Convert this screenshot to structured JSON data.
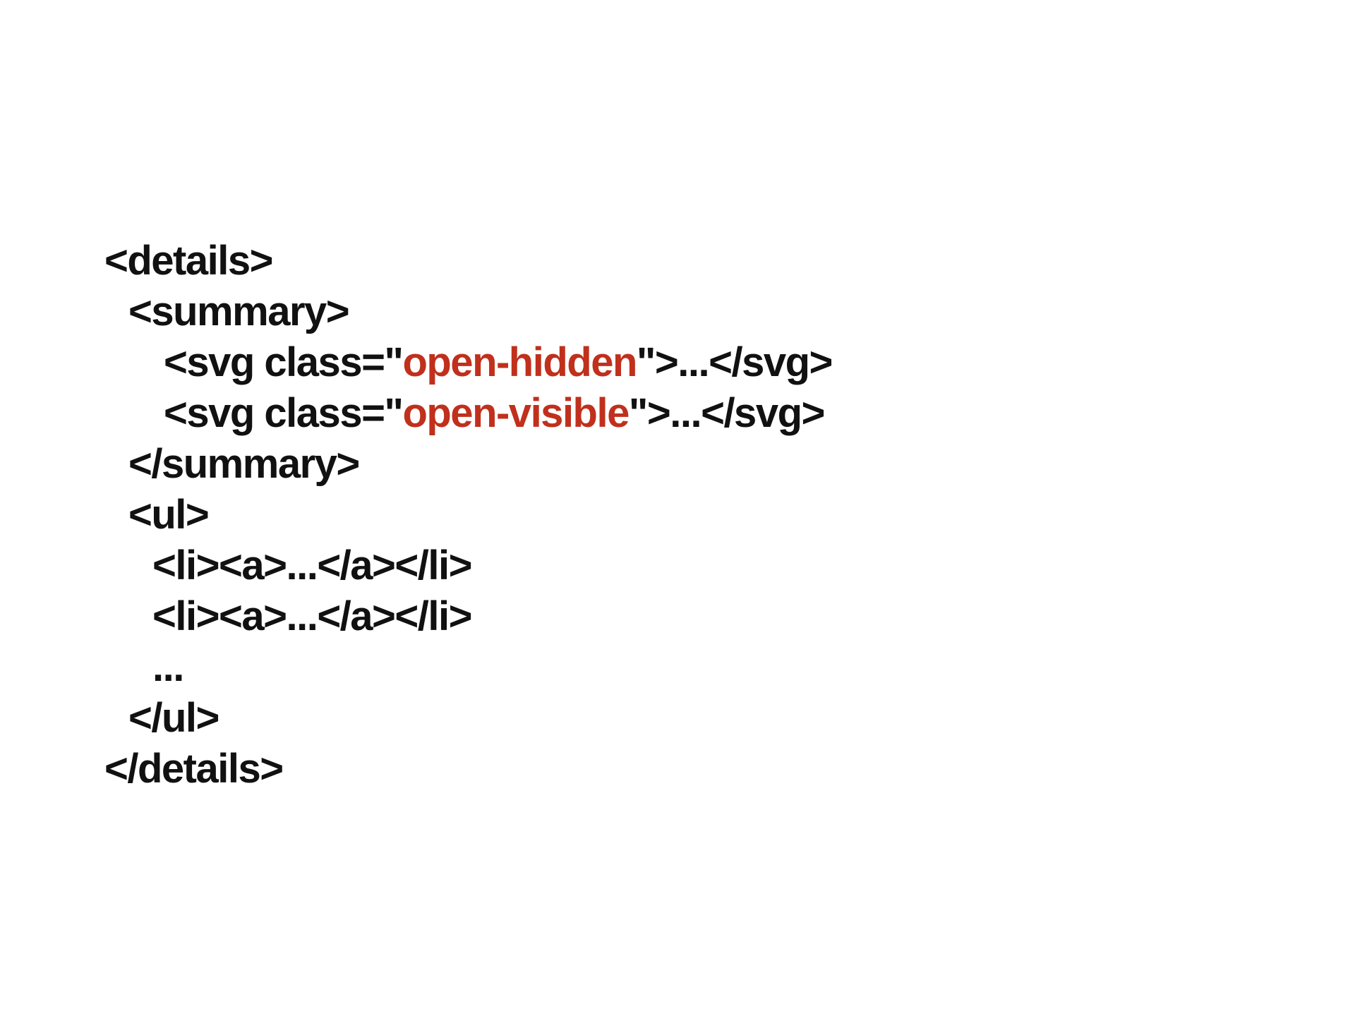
{
  "colors": {
    "text": "#111111",
    "highlight": "#c0301c",
    "background": "#ffffff"
  },
  "code": {
    "line1": "<details>",
    "line2": "<summary>",
    "line3": {
      "pre": "<svg class=\"",
      "highlight": "open-hidden",
      "post": "\">...</svg>"
    },
    "line4": {
      "pre": "<svg class=\"",
      "highlight": "open-visible",
      "post": "\">...</svg>"
    },
    "line5": "</summary>",
    "line6": "<ul>",
    "line7": "<li><a>...</a></li>",
    "line8": "<li><a>...</a></li>",
    "line9": "...",
    "line10": "</ul>",
    "line11": "</details>"
  }
}
